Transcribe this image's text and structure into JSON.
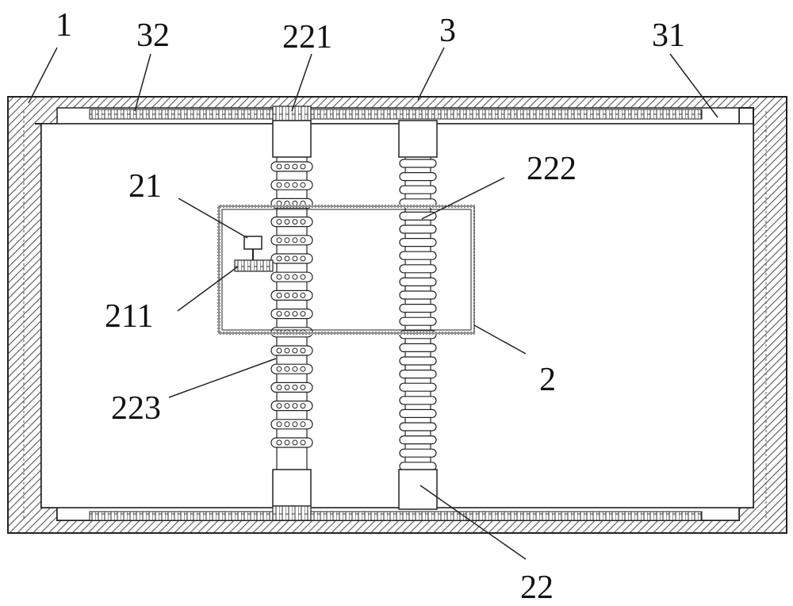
{
  "labels": {
    "housing": "1",
    "rack_upper": "32",
    "upper_gear_block": "221",
    "rail_frame": "3",
    "inner_rail": "31",
    "motor": "21",
    "bellows": "222",
    "drive_gear": "211",
    "carriage": "2",
    "gear_chain": "223",
    "lower_block": "22"
  },
  "colors": {
    "line": "#222222",
    "hatch": "#444444",
    "background": "#ffffff"
  }
}
